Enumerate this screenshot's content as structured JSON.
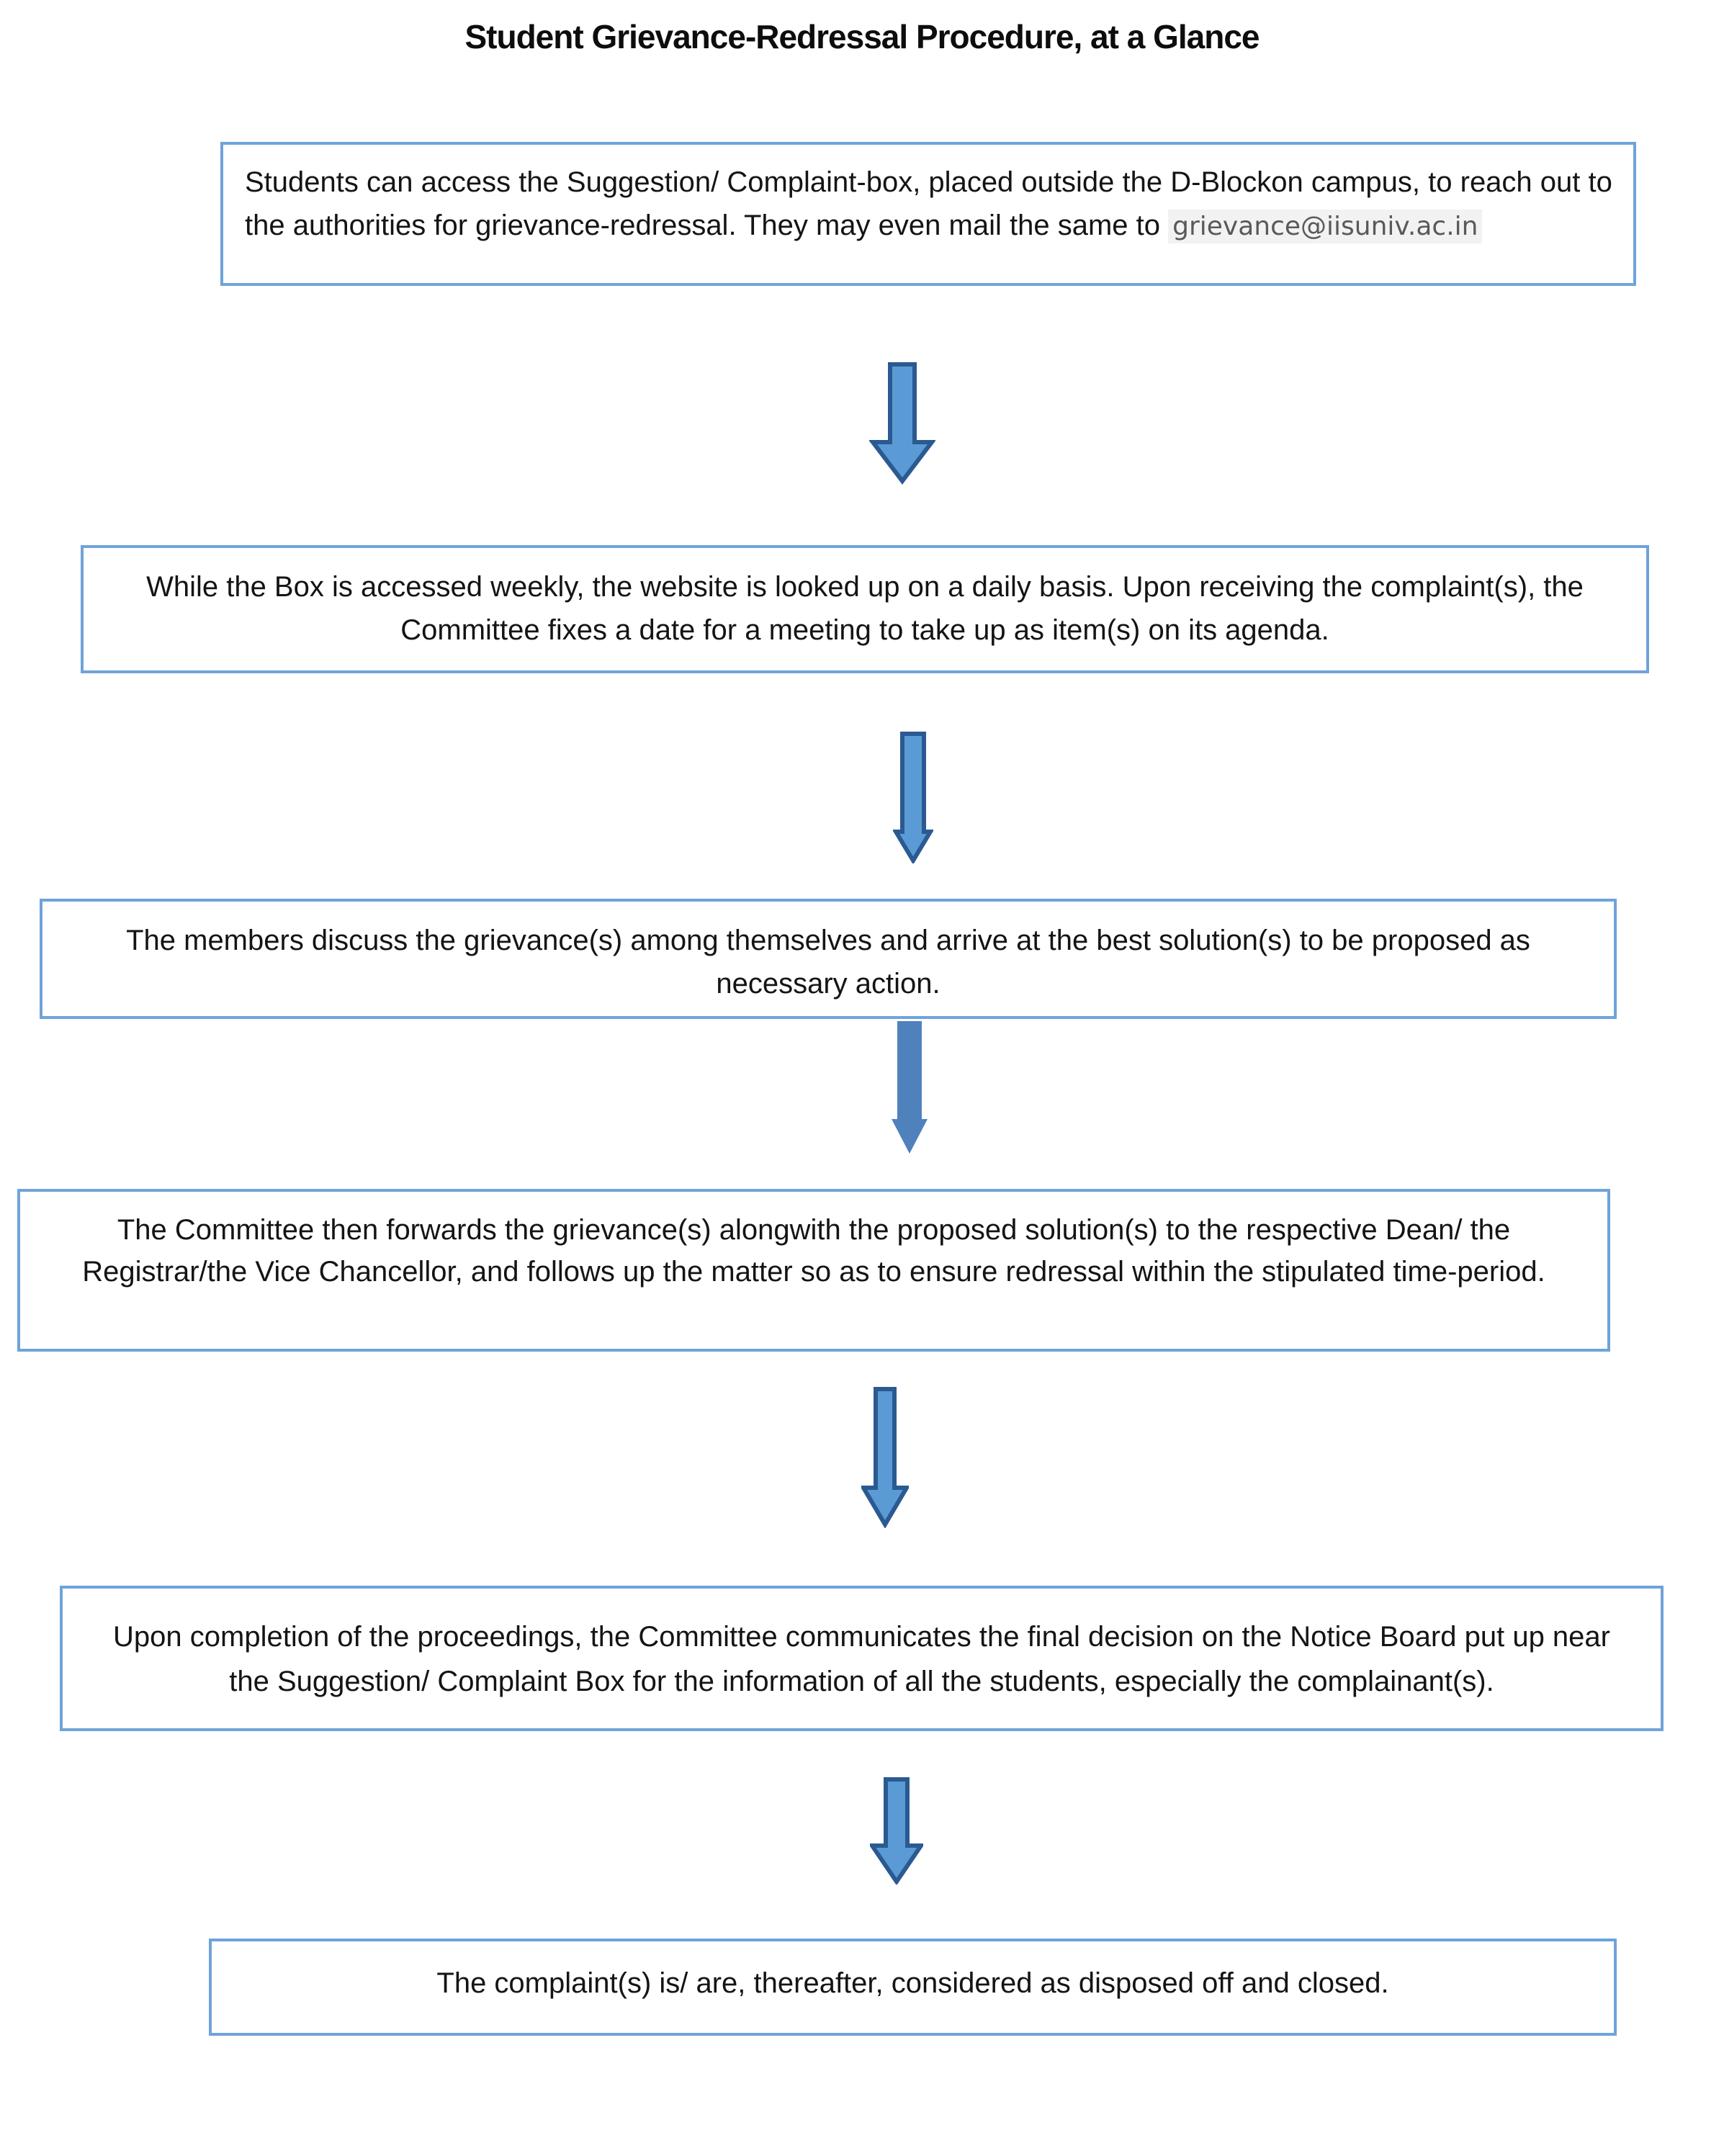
{
  "title": "Student Grievance-Redressal Procedure, at a Glance",
  "steps": [
    {
      "id": "suggestion-box-access",
      "text": "Students can access the Suggestion/ Complaint-box, placed outside the D-Blockon campus, to reach out to the authorities for grievance-redressal. They may even mail the same to ",
      "email": "grievance@iisuniv.ac.in"
    },
    {
      "id": "weekly-box-daily-website-check",
      "text": "While the Box is accessed weekly, the website is looked up on a daily basis. Upon receiving the complaint(s), the Committee fixes a date for a meeting to take up as item(s) on its agenda."
    },
    {
      "id": "members-discussion",
      "text": "The members discuss the grievance(s) among themselves and arrive at the best solution(s) to be proposed as necessary action."
    },
    {
      "id": "forward-to-authorities",
      "text": "The Committee then forwards the grievance(s) alongwith the proposed solution(s) to the respective Dean/ the Registrar/the Vice Chancellor, and follows up the matter so as to ensure redressal within the stipulated time-period."
    },
    {
      "id": "decision-on-notice-board",
      "text": "Upon completion of the proceedings, the Committee communicates the final decision on the Notice Board put up near the Suggestion/ Complaint Box for the information of all the students, especially the complainant(s)."
    },
    {
      "id": "complaint-closed",
      "text": "The complaint(s) is/ are, thereafter, considered as disposed off and closed."
    }
  ],
  "colors": {
    "box_border": "#6fa3da",
    "arrow_fill": "#5b9bd5",
    "arrow_fill_plain": "#4f81bd",
    "arrow_outline": "#2a5a91",
    "email_text": "#595959",
    "email_background": "#f2f2f2",
    "text": "#141414"
  }
}
